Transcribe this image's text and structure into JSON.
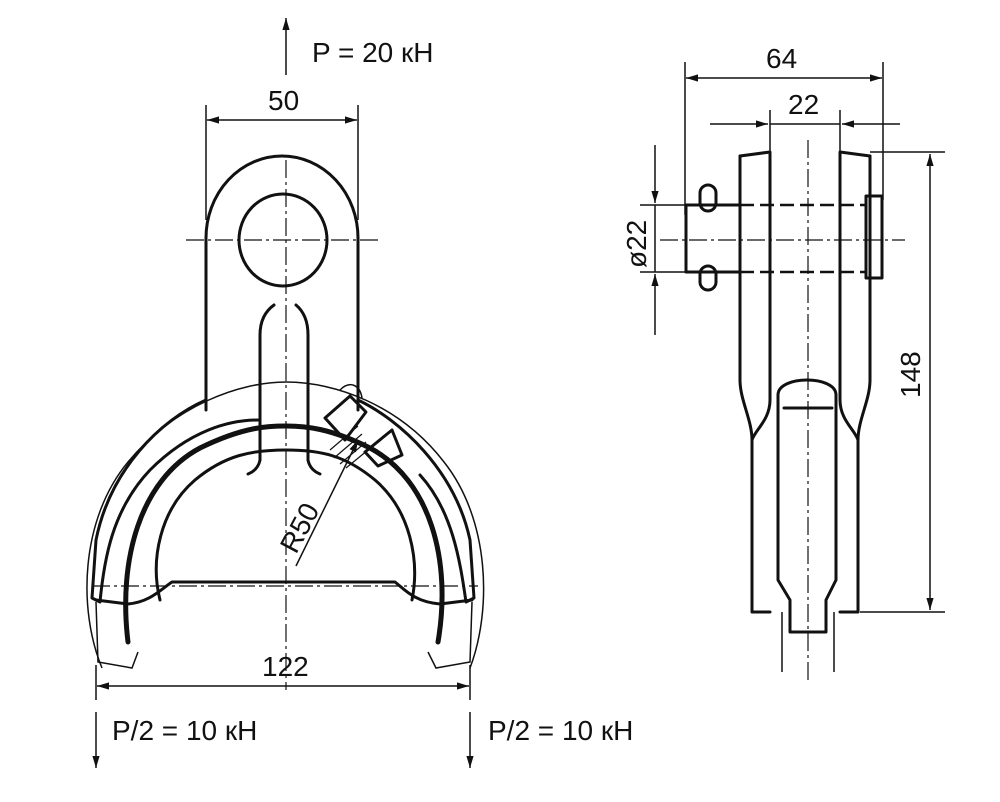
{
  "loads": {
    "top": "P = 20 кН",
    "left": "P/2 = 10 кН",
    "right": "P/2 = 10 кН"
  },
  "dimensions": {
    "eye_width": "50",
    "bottom_width": "122",
    "radius": "R50",
    "side_total": "64",
    "side_inner": "22",
    "pin_diameter": "ø22",
    "height": "148"
  }
}
